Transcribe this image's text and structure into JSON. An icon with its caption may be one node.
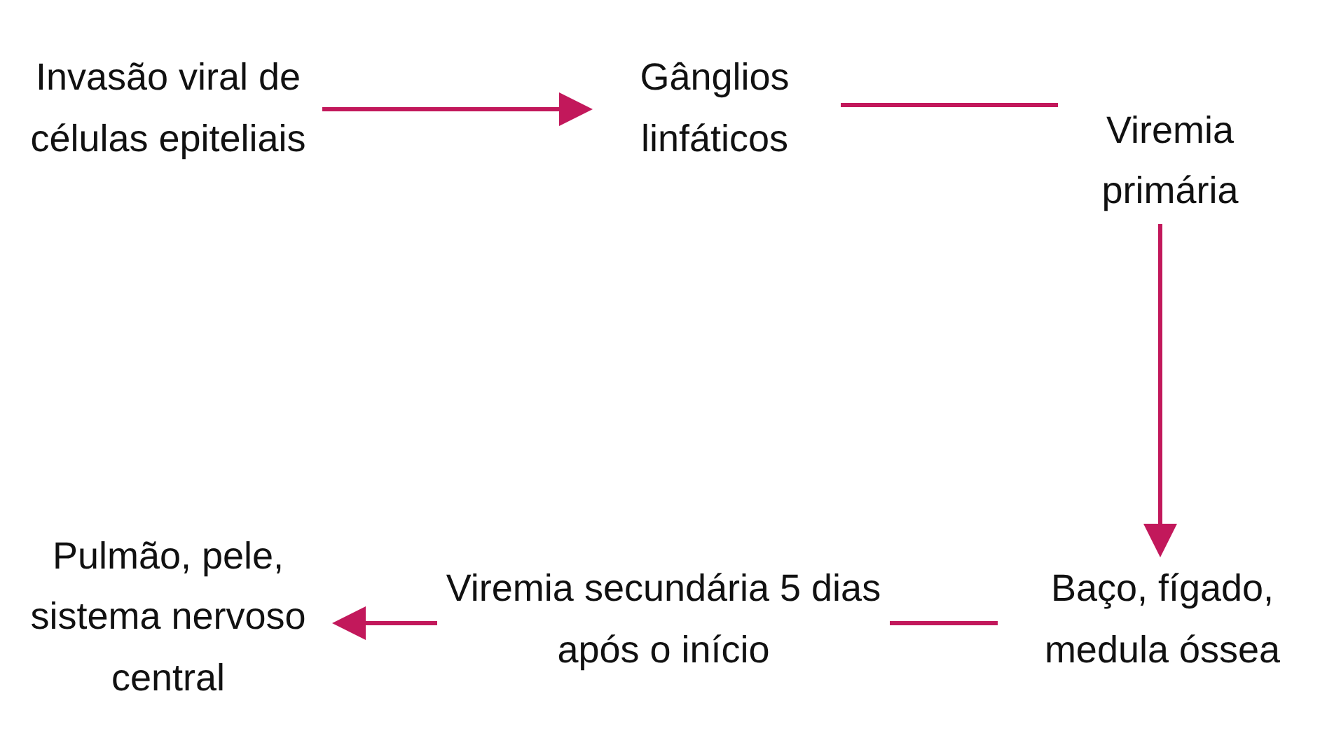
{
  "diagram": {
    "nodes": [
      {
        "text": [
          "Invasão viral de células epiteliais"
        ]
      },
      {
        "text": [
          "Gânglios linfáticos"
        ]
      },
      {
        "text": [
          "Viremia primária"
        ]
      },
      {
        "text": [
          "Baço, fígado, medula óssea"
        ]
      },
      {
        "text": [
          "Viremia secundária 5 dias após o início"
        ]
      },
      {
        "text": [
          "Pulmão, pele, sistema nervoso central"
        ]
      }
    ],
    "edges": [
      {
        "from": 0,
        "to": 1,
        "arrow": "to"
      },
      {
        "from": 1,
        "to": 2,
        "arrow": "none"
      },
      {
        "from": 2,
        "to": 3,
        "arrow": "to"
      },
      {
        "from": 3,
        "to": 4,
        "arrow": "none"
      },
      {
        "from": 4,
        "to": 5,
        "arrow": "to"
      }
    ]
  }
}
